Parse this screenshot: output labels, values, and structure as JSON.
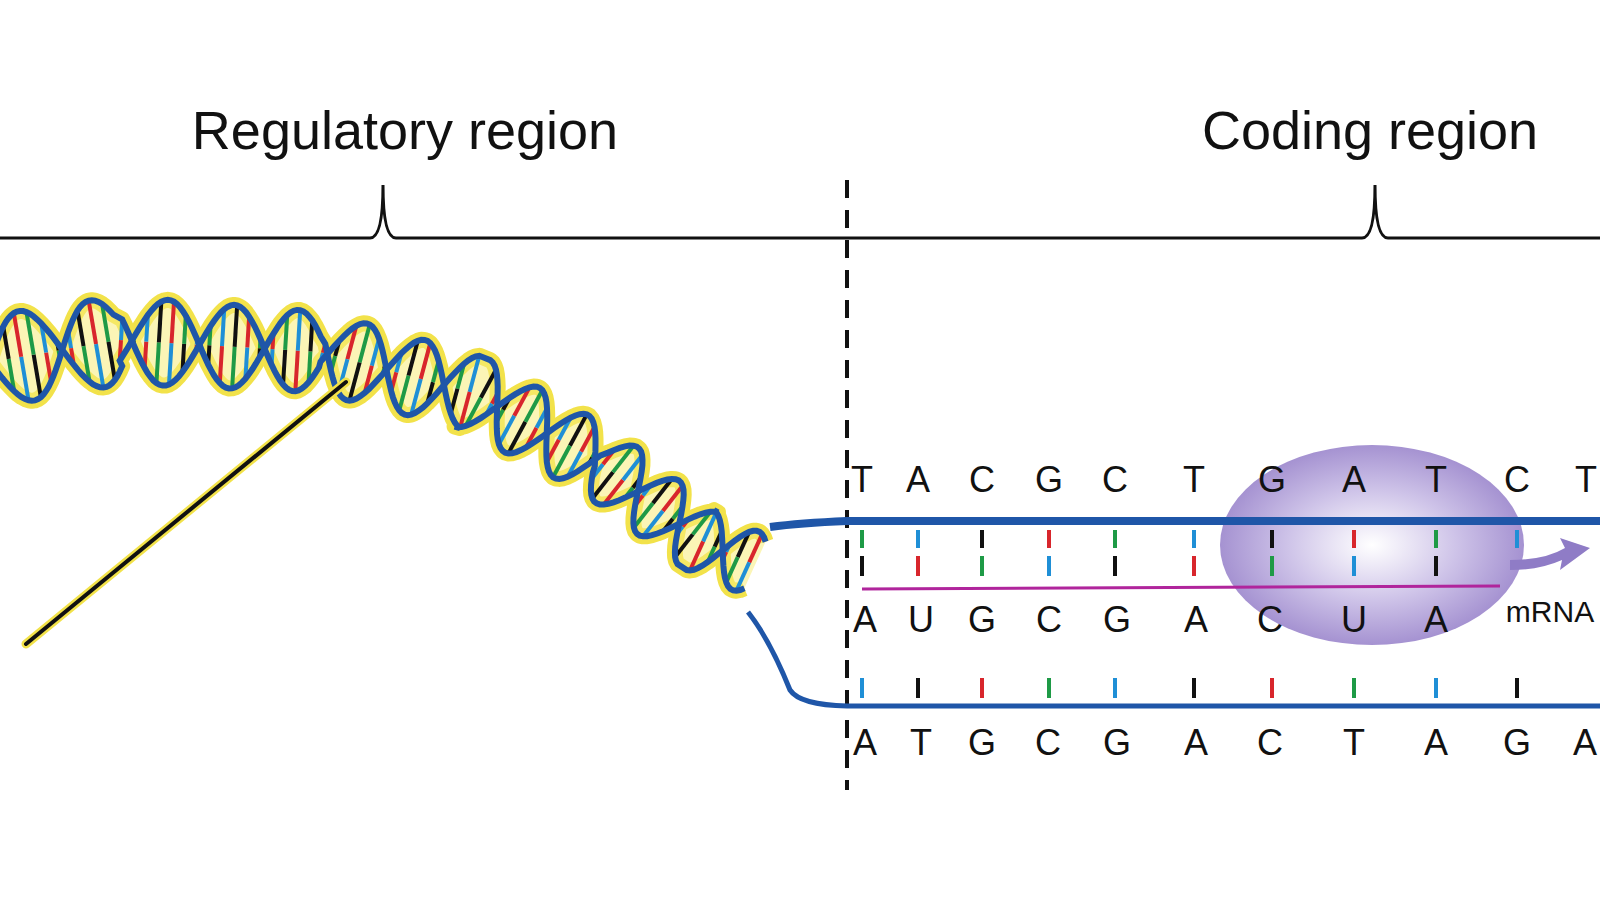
{
  "diagram": {
    "labels": [
      "Regulatory region",
      "Coding region",
      "T",
      "A",
      "C",
      "G",
      "C",
      "T",
      "G",
      "A",
      "T",
      "C",
      "T",
      "A",
      "U",
      "G",
      "C",
      "G",
      "A",
      "C",
      "U",
      "A",
      "mRNA",
      "A",
      "T",
      "G",
      "C",
      "G",
      "A",
      "C",
      "T",
      "A",
      "G",
      "A"
    ]
  }
}
